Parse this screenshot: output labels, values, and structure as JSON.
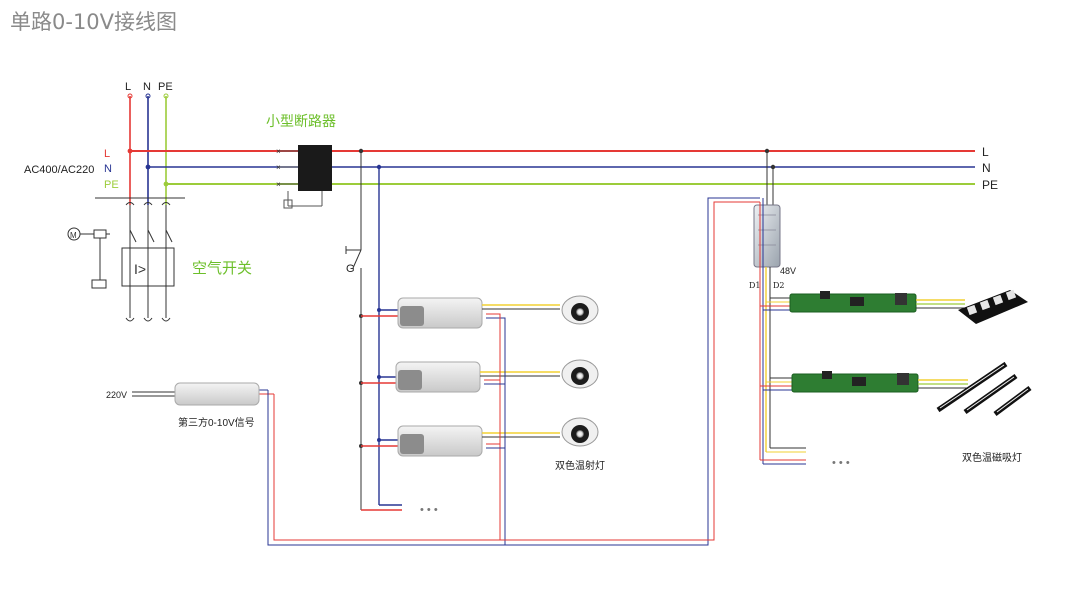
{
  "title": "单路0-10V接线图",
  "supply": {
    "top_labels": [
      "L",
      "N",
      "PE"
    ],
    "voltage_label": "AC400/AC220",
    "row_labels": [
      "L",
      "N",
      "PE"
    ]
  },
  "bus_labels": [
    "L",
    "N",
    "PE"
  ],
  "breaker_label": "小型断路器",
  "air_switch_label": "空气开关",
  "switch_label": "G",
  "signal_source": {
    "voltage_label": "220V",
    "caption": "第三方0-10V信号"
  },
  "psu": {
    "output_label": "48V",
    "terminal_left": "D1",
    "terminal_right": "D2"
  },
  "downlight_caption": "双色温射灯",
  "magnetic_caption": "双色温磁吸灯",
  "ellipsis": "• • •",
  "colors": {
    "L": "#e53935",
    "N": "#283593",
    "PE": "#9ccc3a",
    "label_green": "#6cbf2a",
    "signal_yellow": "#f2d033",
    "grey": "#555555"
  }
}
